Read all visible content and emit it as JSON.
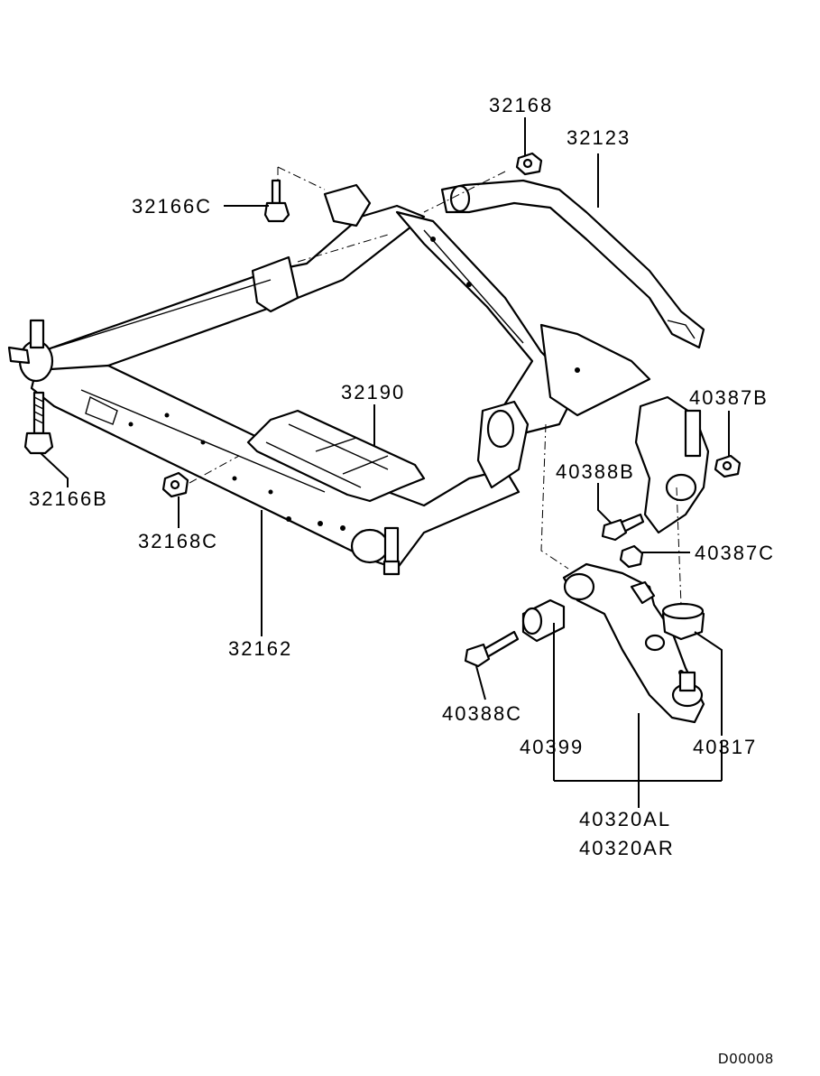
{
  "diagram": {
    "code": "D00008",
    "labels": {
      "p32168": "32168",
      "p32123": "32123",
      "p32166C": "32166C",
      "p32190": "32190",
      "p40387B": "40387B",
      "p40388B": "40388B",
      "p32166B": "32166B",
      "p32168C": "32168C",
      "p40387C": "40387C",
      "p32162": "32162",
      "p40388C": "40388C",
      "p40399": "40399",
      "p40317": "40317",
      "p40320AL": "40320AL",
      "p40320AR": "40320AR"
    }
  }
}
